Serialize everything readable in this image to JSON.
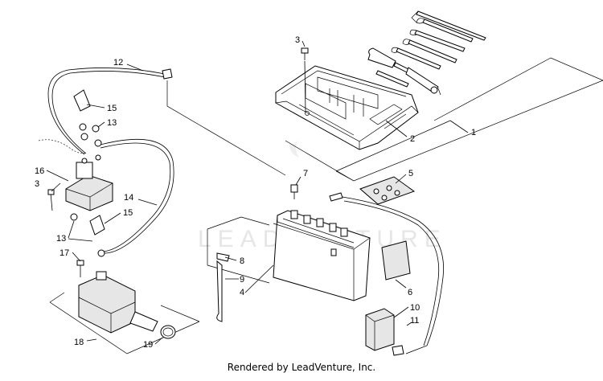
{
  "footer": "Rendered by LeadVenture, Inc.",
  "watermark": "LEADVENTURE",
  "callouts": {
    "c1": "1",
    "c2": "2",
    "c3a": "3",
    "c3b": "3",
    "c4": "4",
    "c5": "5",
    "c6": "6",
    "c7": "7",
    "c8": "8",
    "c9": "9",
    "c10": "10",
    "c11": "11",
    "c12": "12",
    "c13a": "13",
    "c13b": "13",
    "c14": "14",
    "c15a": "15",
    "c15b": "15",
    "c16": "16",
    "c17": "17",
    "c18": "18",
    "c19": "19"
  }
}
